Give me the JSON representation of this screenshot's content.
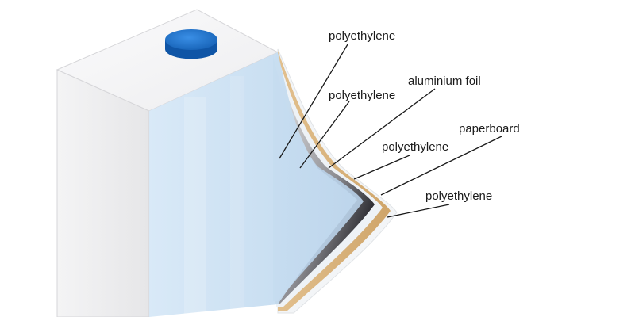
{
  "labels": {
    "polyethylene_outer": "polyethylene",
    "polyethylene_2": "polyethylene",
    "aluminium_foil": "aluminium foil",
    "paperboard": "paperboard",
    "polyethylene_3": "polyethylene",
    "polyethylene_inner": "polyethylene"
  },
  "colors": {
    "carton_front": "#eeeef0",
    "carton_top": "#f6f6f7",
    "cap": "#1a6ec8",
    "polyethylene": "#cfe2f3",
    "aluminium_foil": "#a9a9ad",
    "paperboard": "#d9b27a",
    "leader_line": "#1a1a1a"
  },
  "icons": {
    "cap": "screw-cap-icon"
  }
}
